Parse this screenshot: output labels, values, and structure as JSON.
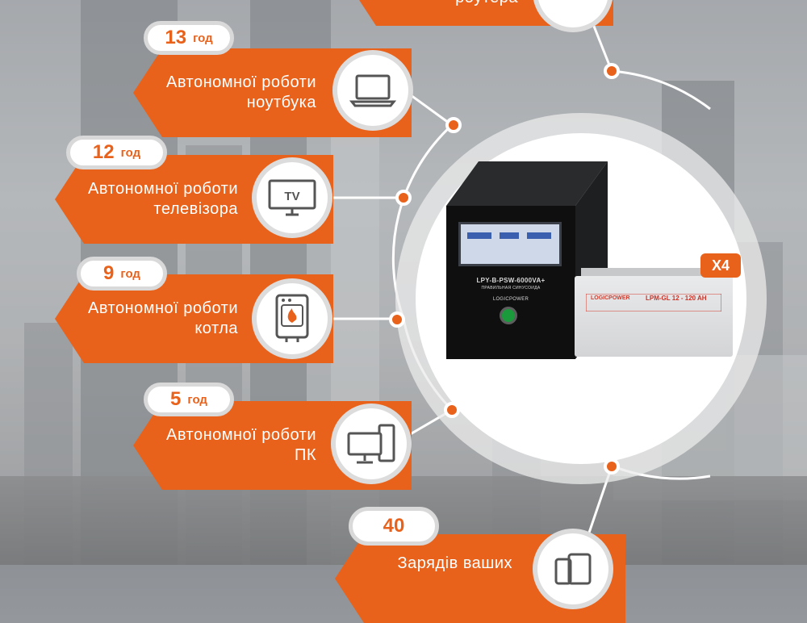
{
  "colors": {
    "accent": "#e8621c",
    "pill_border": "#d9d9d9",
    "white": "#ffffff"
  },
  "top_partial": {
    "line2": "роутера"
  },
  "items": [
    {
      "time": "13",
      "unit": "год",
      "line1": "Автономної роботи",
      "line2": "ноутбука",
      "icon": "laptop-icon"
    },
    {
      "time": "12",
      "unit": "год",
      "line1": "Автономної роботи",
      "line2": "телевізора",
      "icon": "tv-icon",
      "icon_text": "TV"
    },
    {
      "time": "9",
      "unit": "год",
      "line1": "Автономної роботи",
      "line2": "котла",
      "icon": "boiler-icon"
    },
    {
      "time": "5",
      "unit": "год",
      "line1": "Автономної роботи",
      "line2": "ПК",
      "icon": "pc-icon"
    }
  ],
  "bottom_partial": {
    "time": "40",
    "line1": "Зарядів ваших",
    "icon": "phone-tablet-icon"
  },
  "product": {
    "ups_label": "LPY-B-PSW-6000VA+",
    "ups_sub": "ПРАВИЛЬНАЯ СИНУСОИДА",
    "ups_brand": "LOGICPOWER",
    "battery_brand": "LOGICPOWER",
    "battery_model": "LPM-GL 12 - 120 AH",
    "battery_count": "X4"
  }
}
